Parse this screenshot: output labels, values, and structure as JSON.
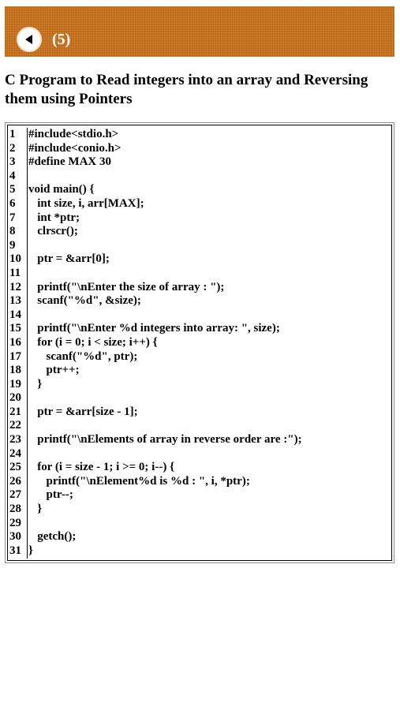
{
  "header": {
    "back_icon": "back-arrow-icon",
    "page_number": "(5)",
    "background_color": "#c8721b"
  },
  "title": "C Program to Read integers into an array and Reversing them using Pointers",
  "code": {
    "line_numbers": [
      "1",
      "2",
      "3",
      "4",
      "5",
      "6",
      "7",
      "8",
      "9",
      "10",
      "11",
      "12",
      "13",
      "14",
      "15",
      "16",
      "17",
      "18",
      "19",
      "20",
      "21",
      "22",
      "23",
      "24",
      "25",
      "26",
      "27",
      "28",
      "29",
      "30",
      "31"
    ],
    "lines": [
      "#include<stdio.h>",
      "#include<conio.h>",
      "#define MAX 30",
      "",
      "void main() {",
      "   int size, i, arr[MAX];",
      "   int *ptr;",
      "   clrscr();",
      "",
      "   ptr = &arr[0];",
      "",
      "   printf(\"\\nEnter the size of array : \");",
      "   scanf(\"%d\", &size);",
      "",
      "   printf(\"\\nEnter %d integers into array: \", size);",
      "   for (i = 0; i < size; i++) {",
      "      scanf(\"%d\", ptr);",
      "      ptr++;",
      "   }",
      "",
      "   ptr = &arr[size - 1];",
      "",
      "   printf(\"\\nElements of array in reverse order are :\");",
      "",
      "   for (i = size - 1; i >= 0; i--) {",
      "      printf(\"\\nElement%d is %d : \", i, *ptr);",
      "      ptr--;",
      "   }",
      "",
      "   getch();",
      "}"
    ]
  }
}
